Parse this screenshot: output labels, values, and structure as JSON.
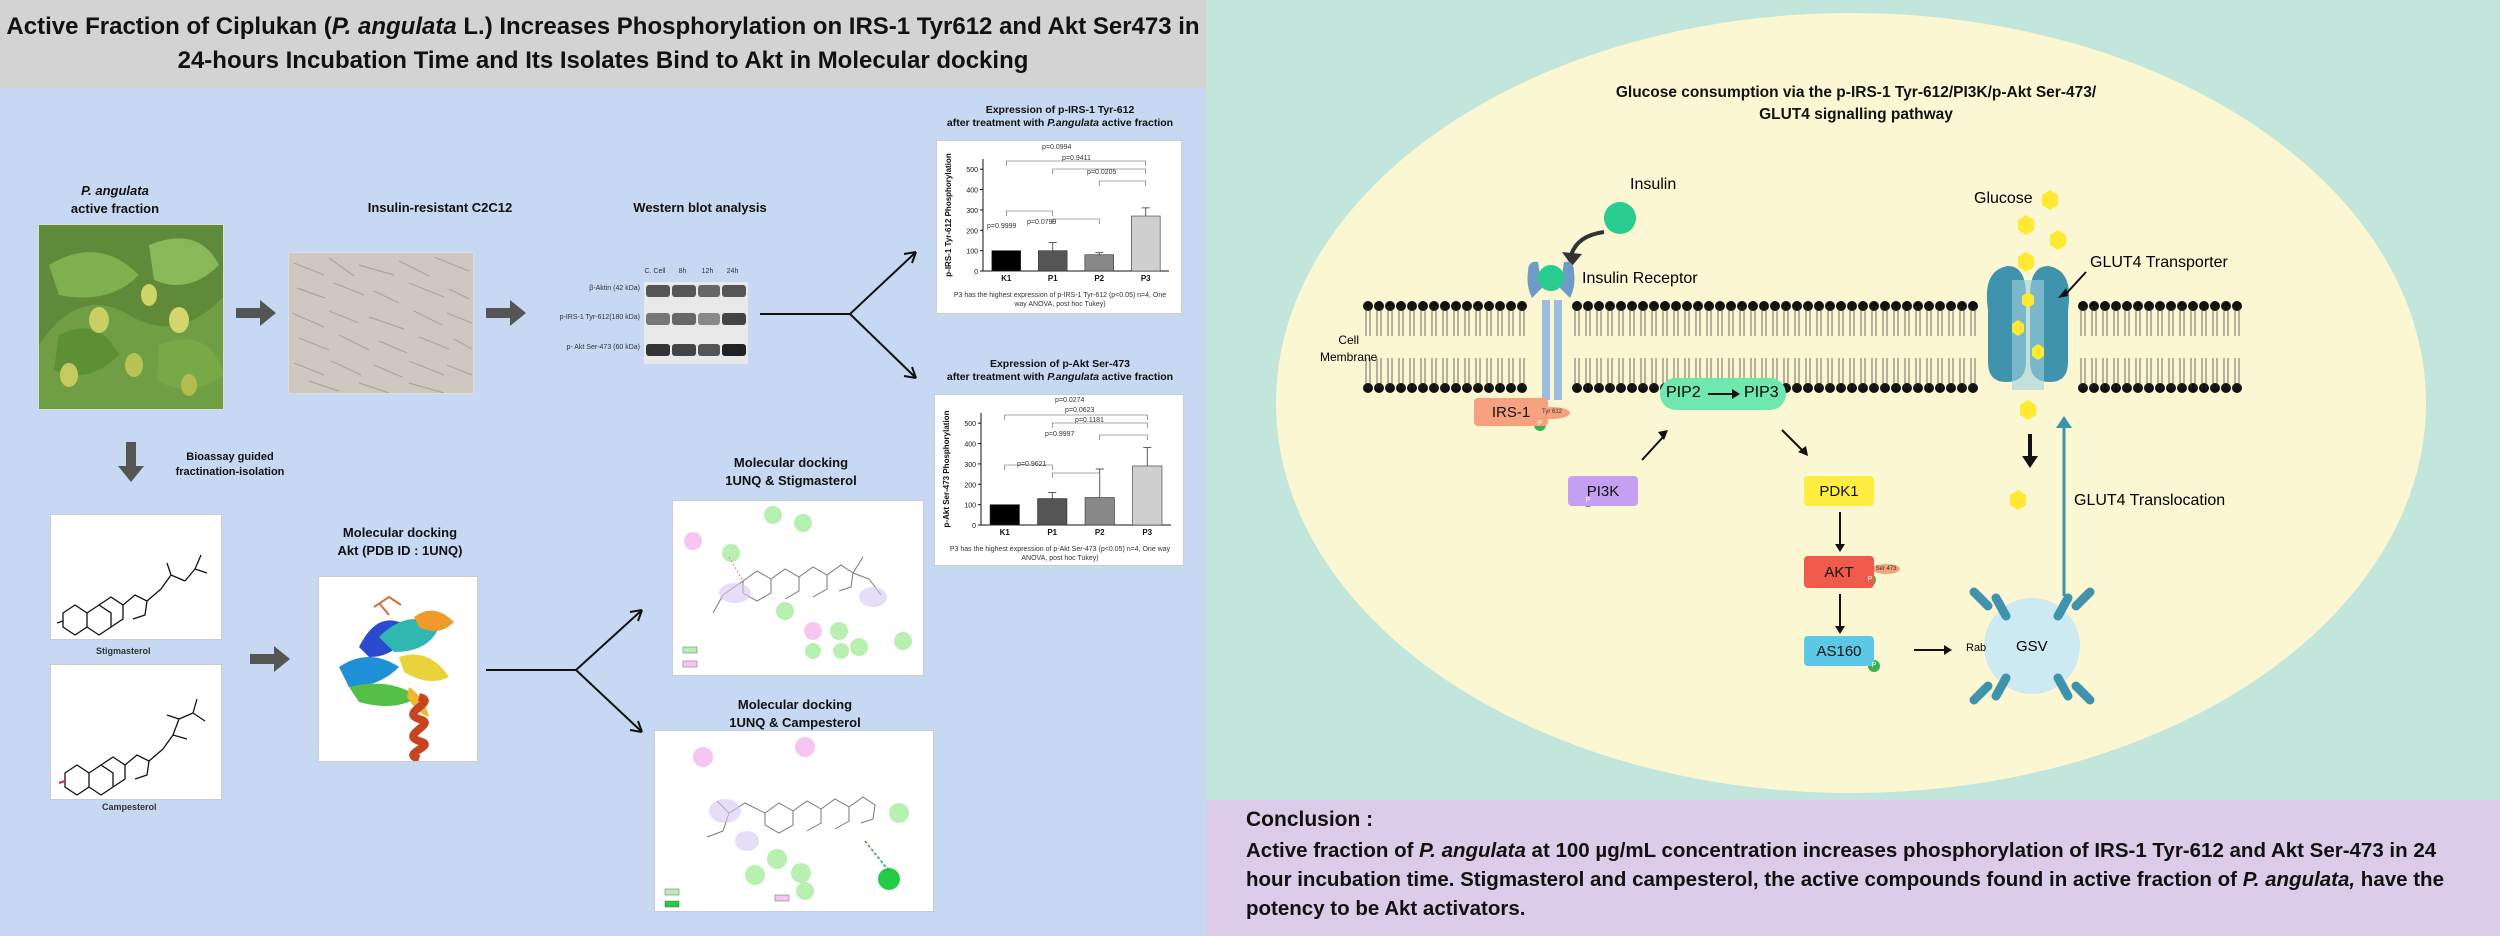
{
  "header": {
    "title_line1_pre": "Active Fraction of Ciplukan (",
    "title_line1_em": "P. angulata",
    "title_line1_post": " L.) Increases Phosphorylation on IRS-1 Tyr612 and Akt Ser473 in",
    "title_line2": "24-hours Incubation Time and Its Isolates Bind to Akt in Molecular docking"
  },
  "left": {
    "plant_label_em": "P. angulata",
    "plant_label_rest": "active fraction",
    "cell_label": "Insulin-resistant C2C12",
    "wb_label": "Western blot analysis",
    "wb_lanes": [
      "C. Cell",
      "8h",
      "12h",
      "24h"
    ],
    "wb_rows": [
      "β-Aktin (42 kDa)",
      "p-IRS-1 Tyr-612(180 kDa)",
      "p- Akt Ser-473 (60 kDa)"
    ],
    "bioassay_label_1": "Bioassay guided",
    "bioassay_label_2": "fractination-isolation",
    "stigmasterol_label": "Stigmasterol",
    "campesterol_label": "Campesterol",
    "docking_akt_1": "Molecular docking",
    "docking_akt_2": "Akt (PDB ID : 1UNQ)",
    "dock_stig_1": "Molecular docking",
    "dock_stig_2": "1UNQ & Stigmasterol",
    "dock_camp_1": "Molecular docking",
    "dock_camp_2": "1UNQ & Campesterol"
  },
  "chart_irs": {
    "title_1": "Expression of p-IRS-1 Tyr-612",
    "title_2_pre": "after treatment with ",
    "title_2_em": "P.angulata",
    "title_2_post": " active fraction",
    "caption": "P3 has the highest expression of p-IRS-1 Tyr-612 (p<0.05) n=4, One way ANOVA, post hoc Tukey)",
    "pvals": [
      "p=0.0994",
      "p=0.9411",
      "p=0.0205",
      "p=0.9999",
      "p=0.0799"
    ]
  },
  "chart_akt": {
    "title_1": "Expression of p-Akt Ser-473",
    "title_2_pre": "after treatment with ",
    "title_2_em": "P.angulata",
    "title_2_post": " active fraction",
    "caption": "P3 has the highest expression of p-Akt Ser-473 (p<0.05) n=4, One way ANOVA, post hoc Tukey)",
    "pvals": [
      "p=0.0274",
      "p=0.0623",
      "p=0.1181",
      "p=0.9997",
      "p=0.9621"
    ]
  },
  "chart_data": [
    {
      "type": "bar",
      "title": "",
      "ylabel": "p-IRS-1 Tyr-612 Phosphorylation",
      "xlabel": "",
      "categories": [
        "K1",
        "P1",
        "P2",
        "P3"
      ],
      "values": [
        100,
        100,
        80,
        270
      ],
      "errors": [
        0,
        40,
        10,
        40
      ],
      "yticks": [
        0,
        100,
        200,
        300,
        400,
        500
      ],
      "ylim": [
        0,
        550
      ],
      "colors": [
        "#000000",
        "#555555",
        "#888888",
        "#cfcfcf"
      ]
    },
    {
      "type": "bar",
      "title": "",
      "ylabel": "p-Akt Ser-473 Phosphorylation",
      "xlabel": "",
      "categories": [
        "K1",
        "P1",
        "P2",
        "P3"
      ],
      "values": [
        100,
        130,
        135,
        290
      ],
      "errors": [
        0,
        30,
        140,
        90
      ],
      "yticks": [
        0,
        100,
        200,
        300,
        400,
        500
      ],
      "ylim": [
        0,
        550
      ],
      "colors": [
        "#000000",
        "#555555",
        "#888888",
        "#cfcfcf"
      ]
    }
  ],
  "pathway": {
    "title_1": "Glucose consumption via the p-IRS-1 Tyr-612/PI3K/p-Akt Ser-473/",
    "title_2": "GLUT4  signalling pathway",
    "insulin": "Insulin",
    "insulin_receptor": "Insulin Receptor",
    "cell_membrane_1": "Cell",
    "cell_membrane_2": "Membrane",
    "glucose": "Glucose",
    "glut4_transporter": "GLUT4 Transporter",
    "irs1": "IRS-1",
    "tyr": "Tyr 612",
    "pip2": "PIP2",
    "pip3": "PIP3",
    "pi3k": "PI3K",
    "pdk1": "PDK1",
    "akt": "AKT",
    "ser": "Ser 473",
    "as160": "AS160",
    "rab": "Rab",
    "gsv": "GSV",
    "glut4_translocation": "GLUT4 Translocation",
    "p": "P",
    "colors": {
      "membrane": "#111111",
      "ellipse": "#fbf7d3",
      "irs1": "#f6a27e",
      "pip": "#6fe8b0",
      "pi3k": "#c59ff0",
      "pdk1": "#ffee40",
      "akt": "#ef5a4b",
      "as160": "#5bc9e6",
      "glucose": "#ffe933",
      "glut4": "#3f93ad",
      "insulin": "#27cc8e"
    }
  },
  "conclusion": {
    "heading": "Conclusion :",
    "p1_pre": "Active fraction of ",
    "p1_em": "P. angulata",
    "p1_post": " at 100 µg/mL concentration increases phosphorylation of IRS-1 Tyr-612 and Akt Ser-473 in 24 hour incubation time. Stigmasterol and campesterol, the active compounds found in active fraction of ",
    "p2_em": "P. angulata,",
    "p2_post": " have the potency to be Akt activators."
  }
}
